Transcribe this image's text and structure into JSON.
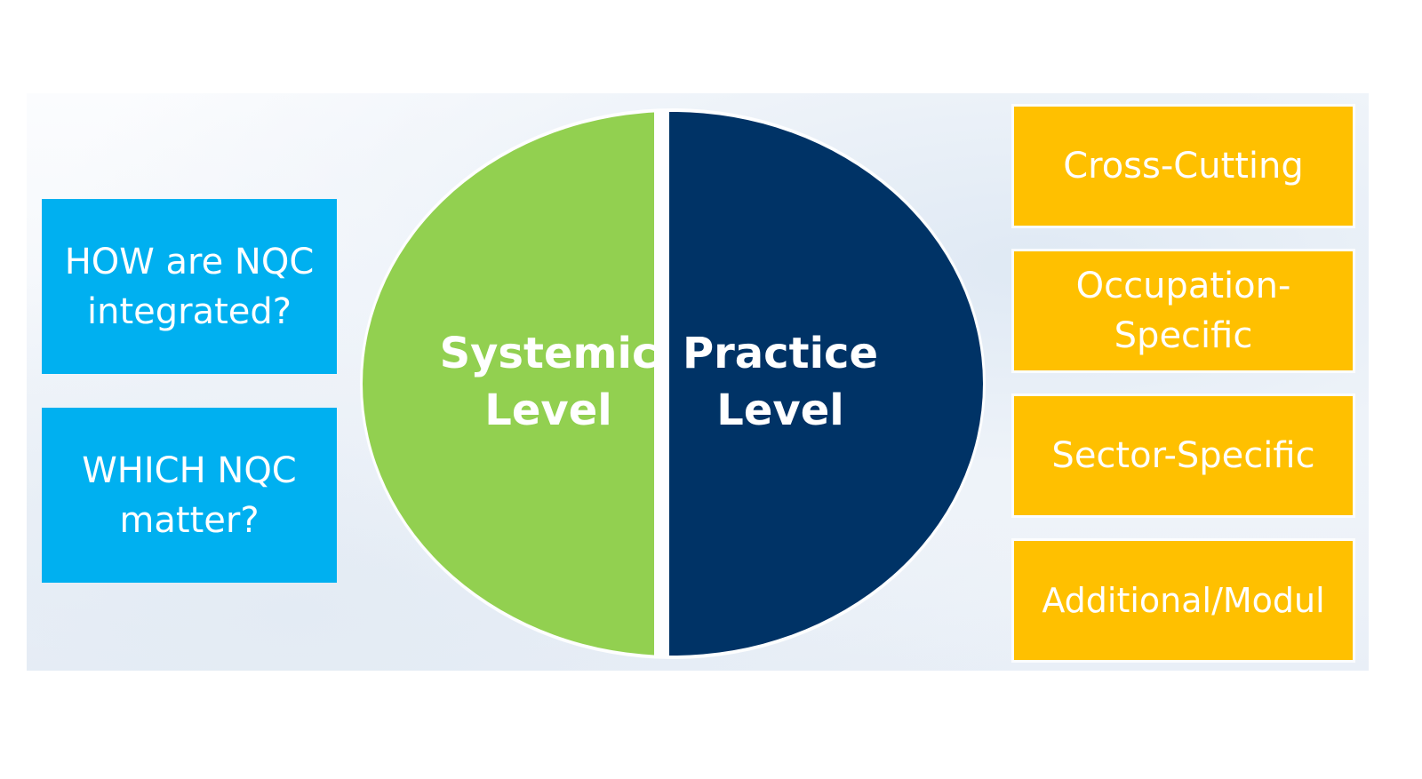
{
  "left_questions": [
    "HOW are NQC integrated?",
    "WHICH NQC matter?"
  ],
  "center": {
    "left_label": "Systemic Level",
    "right_label": "Practice Level"
  },
  "right_categories": [
    "Cross-Cutting",
    "Occupation-Specific",
    "Sector-Specific",
    "Additional/Modul"
  ],
  "colors": {
    "blue": "#00b0f0",
    "green": "#92d050",
    "navy": "#003366",
    "orange": "#ffc000"
  }
}
